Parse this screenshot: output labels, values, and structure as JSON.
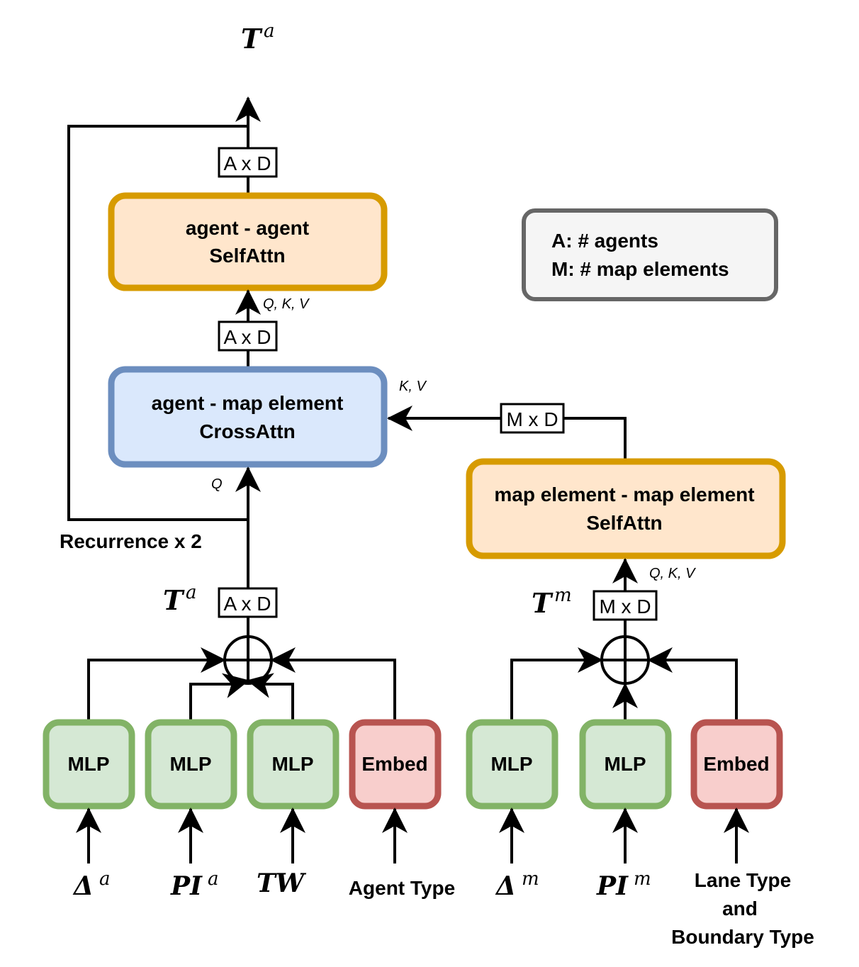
{
  "output_label": {
    "base": "T",
    "sup": "a"
  },
  "dims": {
    "top": "A x D",
    "mid": "A x D",
    "agent_in": "A x D",
    "map_out": "M x D",
    "map_in": "M x D"
  },
  "blocks": {
    "agent_self_attn": [
      "agent - agent",
      "SelfAttn"
    ],
    "cross_attn": [
      "agent - map element",
      "CrossAttn"
    ],
    "map_self_attn": [
      "map element - map element",
      "SelfAttn"
    ]
  },
  "legend": [
    "A: # agents",
    "M: # map elements"
  ],
  "attn_inputs": {
    "qkv_agent": "Q, K, V",
    "kv": "K, V",
    "q": "Q",
    "qkv_map": "Q, K, V"
  },
  "recurrence": "Recurrence x 2",
  "token_labels": {
    "agent": {
      "base": "T",
      "sup": "a"
    },
    "map": {
      "base": "T",
      "sup": "m"
    }
  },
  "encoders": {
    "mlp_label": "MLP",
    "embed_label": "Embed"
  },
  "inputs": {
    "delta_a": {
      "base": "Δ",
      "sup": "a"
    },
    "pi_a": {
      "base": "PI",
      "sup": "a"
    },
    "tw": {
      "base": "TW"
    },
    "agent_type": "Agent Type",
    "delta_m": {
      "base": "Δ",
      "sup": "m"
    },
    "pi_m": {
      "base": "PI",
      "sup": "m"
    },
    "lane_type": [
      "Lane Type",
      "and",
      "Boundary Type"
    ]
  },
  "colors": {
    "orange_fill": "#ffe6cc",
    "orange_stroke": "#d79b00",
    "blue_fill": "#dae8fc",
    "blue_stroke": "#6c8ebf",
    "green_fill": "#d5e8d4",
    "green_stroke": "#82b366",
    "red_fill": "#f8cecc",
    "red_stroke": "#b85450",
    "legend_fill": "#f5f5f5",
    "legend_stroke": "#666666"
  }
}
